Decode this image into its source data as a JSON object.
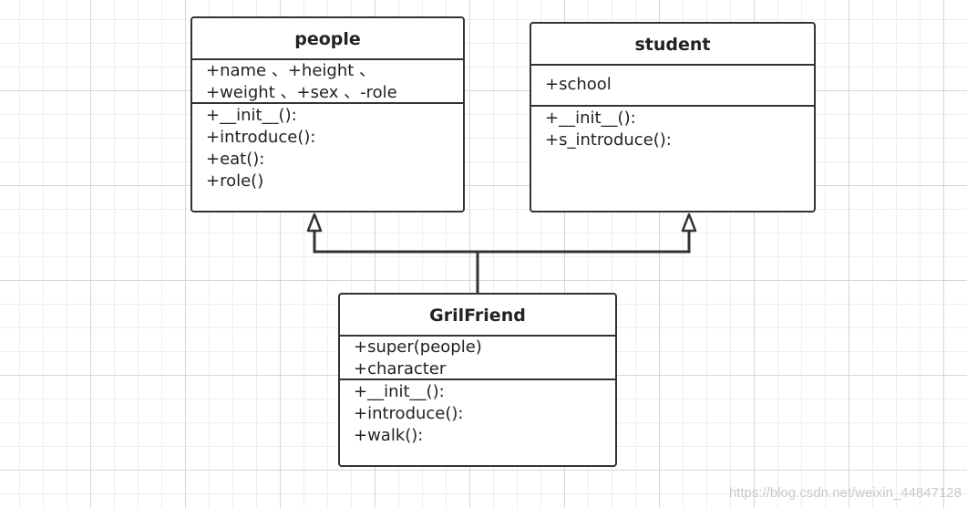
{
  "classes": {
    "people": {
      "name": "people",
      "attributes": [
        "+name 、+height 、",
        "+weight 、+sex 、-role"
      ],
      "methods": [
        "+__init__():",
        "+introduce():",
        "+eat():",
        "+role()"
      ]
    },
    "student": {
      "name": "student",
      "attributes": [
        "+school"
      ],
      "methods": [
        "+__init__():",
        "+s_introduce():"
      ]
    },
    "grilfriend": {
      "name": "GrilFriend",
      "attributes": [
        "+super(people)",
        "+character"
      ],
      "methods": [
        "+__init__():",
        "+introduce():",
        "+walk():"
      ]
    }
  },
  "relations": [
    {
      "type": "generalization",
      "from": "GrilFriend",
      "to": "people"
    },
    {
      "type": "generalization",
      "from": "GrilFriend",
      "to": "student"
    }
  ],
  "colors": {
    "stroke": "#333333",
    "grid_major": "#d6d6d6",
    "grid_minor": "#eeeeee",
    "watermark": "#c9c9c9"
  },
  "watermark": "https://blog.csdn.net/weixin_44847128"
}
